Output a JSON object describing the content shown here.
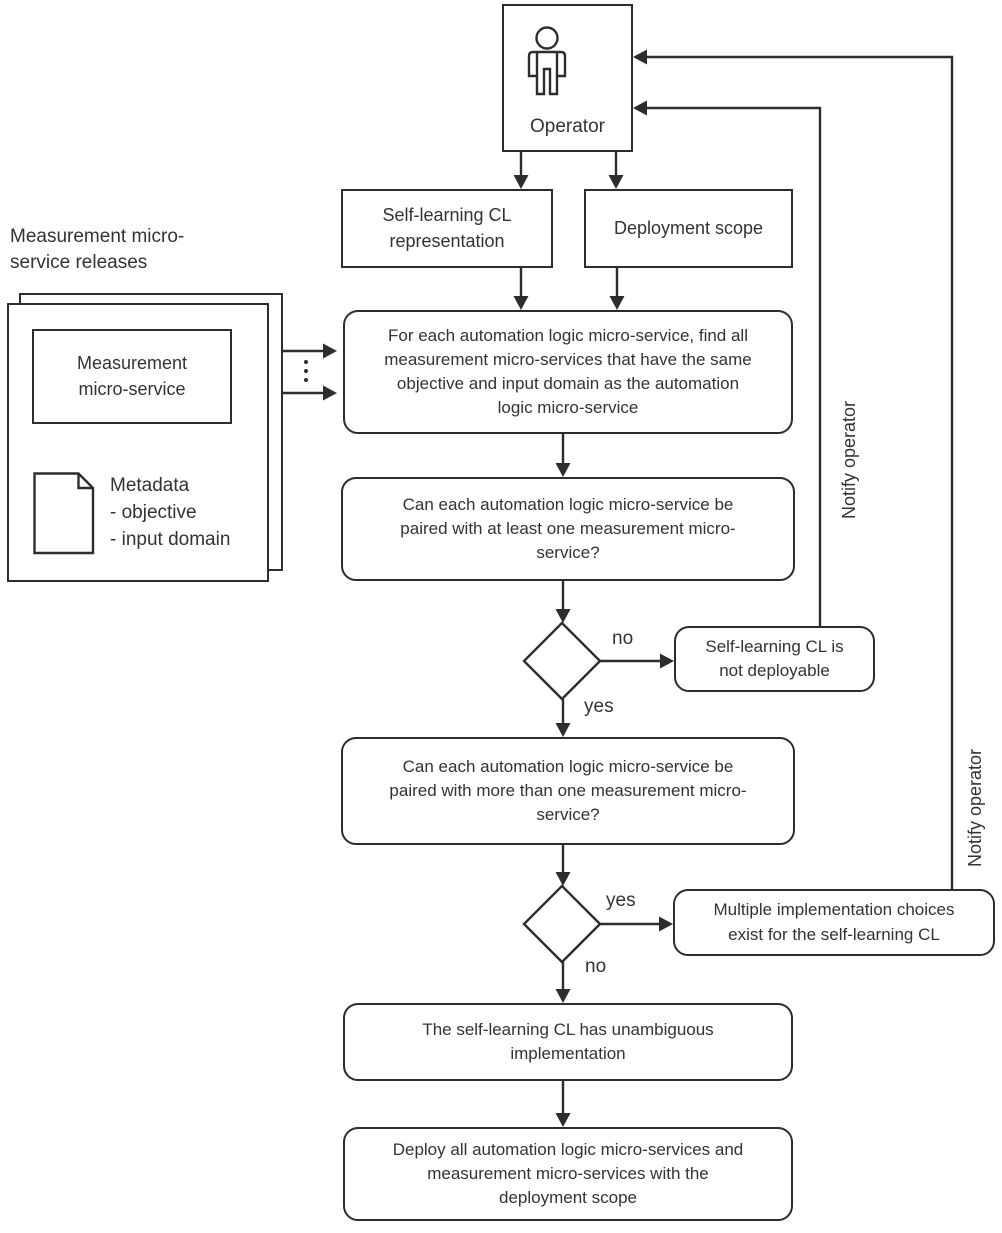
{
  "nodes": {
    "operator": {
      "label": "Operator"
    },
    "self_learning_cl_representation": {
      "label": "Self-learning CL\nrepresentation"
    },
    "deployment_scope": {
      "label": "Deployment scope"
    },
    "find_measurement": {
      "label": "For each automation logic micro-service, find all\nmeasurement micro-services that have the same\nobjective and input domain as the automation\nlogic micro-service"
    },
    "q_at_least_one": {
      "label": "Can each automation logic micro-service be\npaired with at least one measurement micro-\nservice?"
    },
    "not_deployable": {
      "label": "Self-learning CL is\nnot deployable"
    },
    "q_more_than_one": {
      "label": "Can each automation logic micro-service be\npaired with more than one measurement micro-\nservice?"
    },
    "multiple_choices": {
      "label": "Multiple implementation choices\nexist for the self-learning CL"
    },
    "unambiguous": {
      "label": "The self-learning CL has unambiguous\nimplementation"
    },
    "deploy_all": {
      "label": "Deploy all automation logic micro-services and\nmeasurement micro-services with the\ndeployment scope"
    }
  },
  "annotations": {
    "measurement_releases": "Measurement micro-\nservice releases",
    "measurement_micro_service": "Measurement\nmicro-service",
    "metadata_title": "Metadata",
    "metadata_items": [
      "- objective",
      "- input domain"
    ],
    "notify_operator_1": "Notify operator",
    "notify_operator_2": "Notify operator"
  },
  "edge_labels": {
    "d1_no": "no",
    "d1_yes": "yes",
    "d2_yes": "yes",
    "d2_no": "no"
  },
  "colors": {
    "stroke": "#2d2d2d",
    "text": "#333333",
    "background": "#ffffff"
  }
}
